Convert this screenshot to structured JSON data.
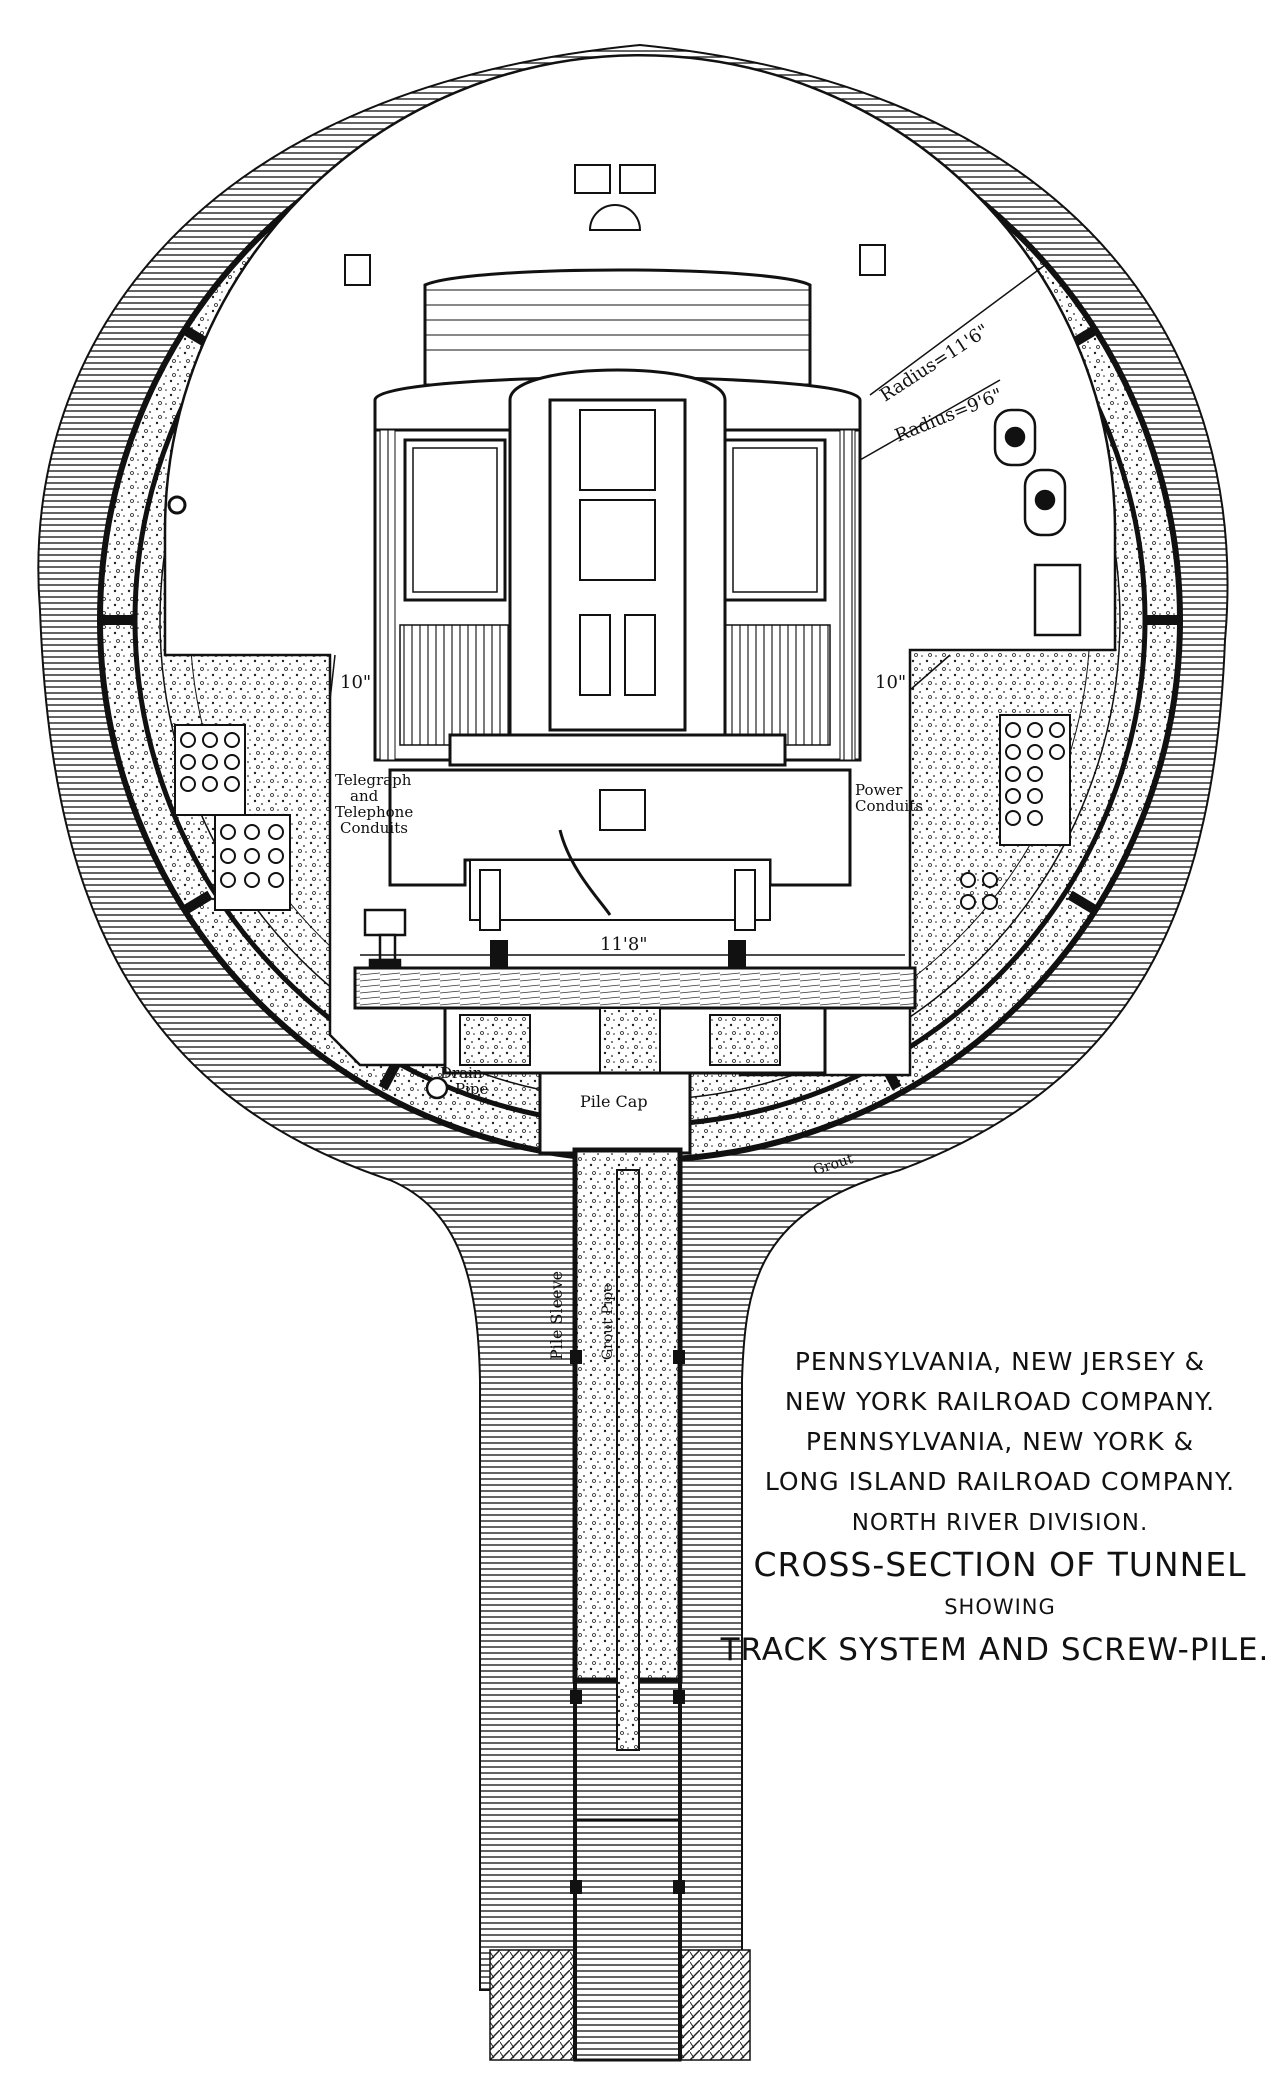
{
  "labels": {
    "radius_outer": "Radius=11'6\"",
    "radius_inner": "Radius=9'6\"",
    "clearance_left": "10\"",
    "clearance_right": "10\"",
    "gauge": "11'8\"",
    "telegraph_1": "Telegraph",
    "telegraph_2": "and",
    "telegraph_3": "Telephone",
    "telegraph_4": "Conduits",
    "power_1": "Power",
    "power_2": "Conduits",
    "drain_1": "Drain",
    "drain_2": "Pipe",
    "pile_cap": "Pile Cap",
    "grout": "Grout",
    "pile_sleeve": "Pile Sleeve",
    "grout_pipe": "Grout Pipe"
  },
  "title_block": {
    "line1": "PENNSYLVANIA, NEW JERSEY &",
    "line2": "NEW YORK RAILROAD COMPANY.",
    "line3": "PENNSYLVANIA, NEW YORK &",
    "line4": "LONG ISLAND RAILROAD COMPANY.",
    "line5": "NORTH RIVER DIVISION.",
    "line6": "CROSS-SECTION OF TUNNEL",
    "line7": "SHOWING",
    "line8": "TRACK SYSTEM AND SCREW-PILE."
  },
  "colors": {
    "ink": "#111111",
    "paper": "#ffffff"
  }
}
